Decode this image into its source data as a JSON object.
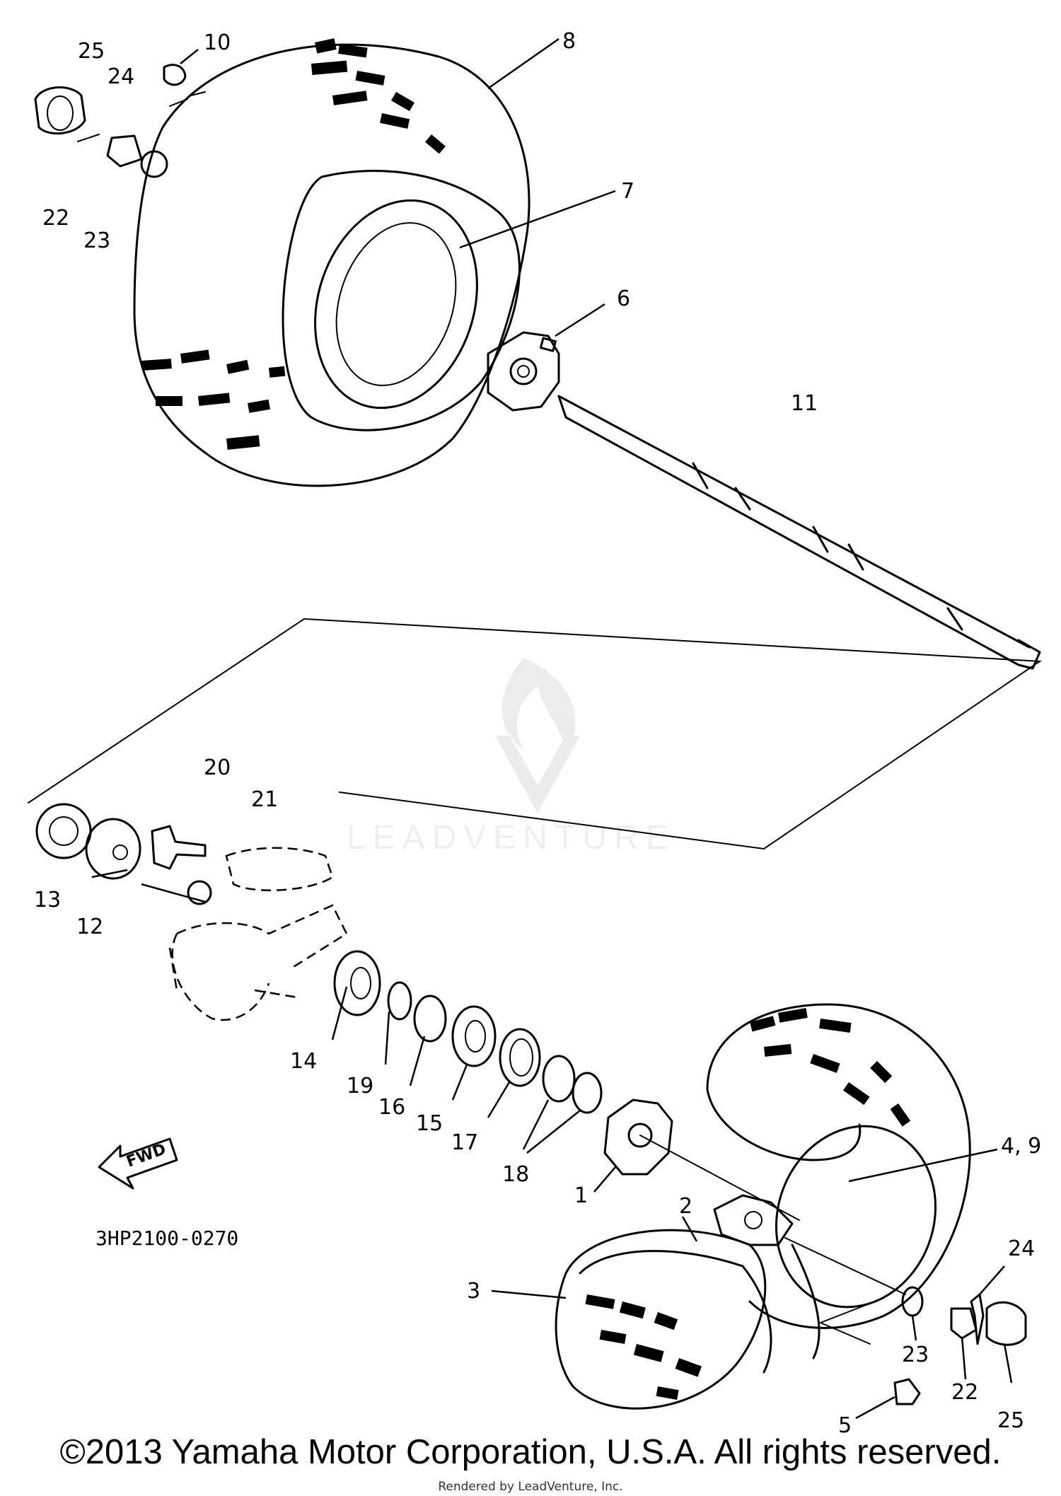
{
  "diagram": {
    "part_numbers": {
      "p1": "1",
      "p2": "2",
      "p3": "3",
      "p4_9": "4, 9",
      "p5": "5",
      "p6": "6",
      "p7": "7",
      "p8": "8",
      "p10": "10",
      "p11": "11",
      "p12": "12",
      "p13": "13",
      "p14": "14",
      "p15": "15",
      "p16": "16",
      "p17": "17",
      "p18": "18",
      "p19": "19",
      "p20": "20",
      "p21": "21",
      "p22_top": "22",
      "p23_top": "23",
      "p24_top": "24",
      "p25_top": "25",
      "p22_bot": "22",
      "p23_bot": "23",
      "p24_bot": "24",
      "p25_bot": "25"
    },
    "drawing_code": "3HP2100-0270",
    "fwd_label": "FWD",
    "watermark": "LEADVENTURE"
  },
  "footer": {
    "copyright": "©2013 Yamaha Motor Corporation, U.S.A. All rights reserved.",
    "rendered_by": "Rendered by LeadVenture, Inc."
  }
}
